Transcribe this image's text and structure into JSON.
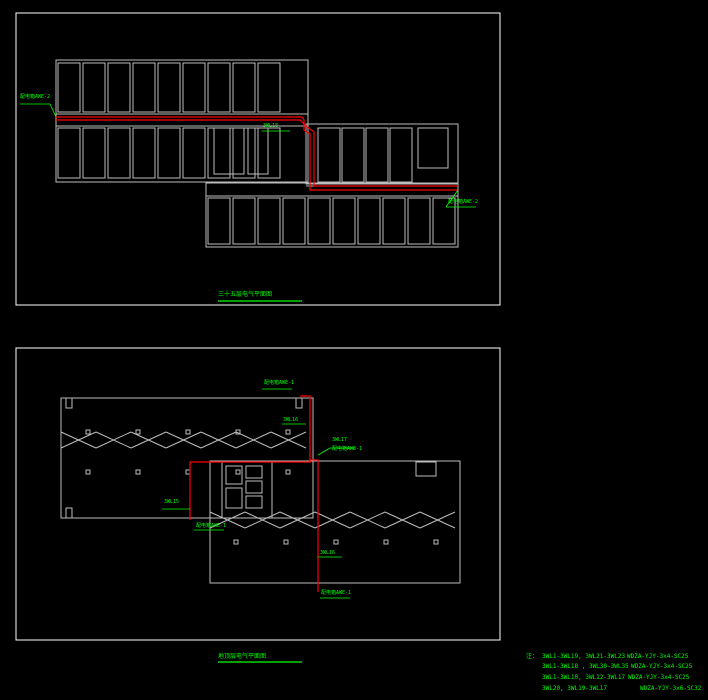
{
  "plans": [
    {
      "title": "三十五层电气平面图",
      "labels": [
        "配电箱AWE-2",
        "3WL18",
        "配电箱AWE-2"
      ]
    },
    {
      "title": "地顶层电气平面图",
      "labels": [
        "配电箱AWE-1",
        "3WL16",
        "3WL17",
        "配电箱AWE-1",
        "3WL15",
        "配电箱AWE-1",
        "3WL16",
        "配电箱AWE-1"
      ]
    }
  ],
  "notes": {
    "prefix": "注：",
    "rows": [
      {
        "circuits": "3WL1-3WL19, 3WL21-3WL23",
        "cable": "WDZA-YJY-3x4-SC25"
      },
      {
        "circuits": "3WL1-3WL18 , 3WL30-3WL35",
        "cable": "WDZA-YJY-3x4-SC25"
      },
      {
        "circuits": "3WL1-3WL10, 3WL12-3WL17",
        "cable": "WDZA-YJY-3x4-SC25"
      },
      {
        "circuits": "3WL20, 3WL19-3WL17",
        "cable": "WDZA-YJY-3x6-SC32"
      }
    ]
  },
  "colors": {
    "frame": "#ffffff",
    "wall": "#c8c8c8",
    "cable": "#ff0000",
    "annot": "#00ff00"
  }
}
